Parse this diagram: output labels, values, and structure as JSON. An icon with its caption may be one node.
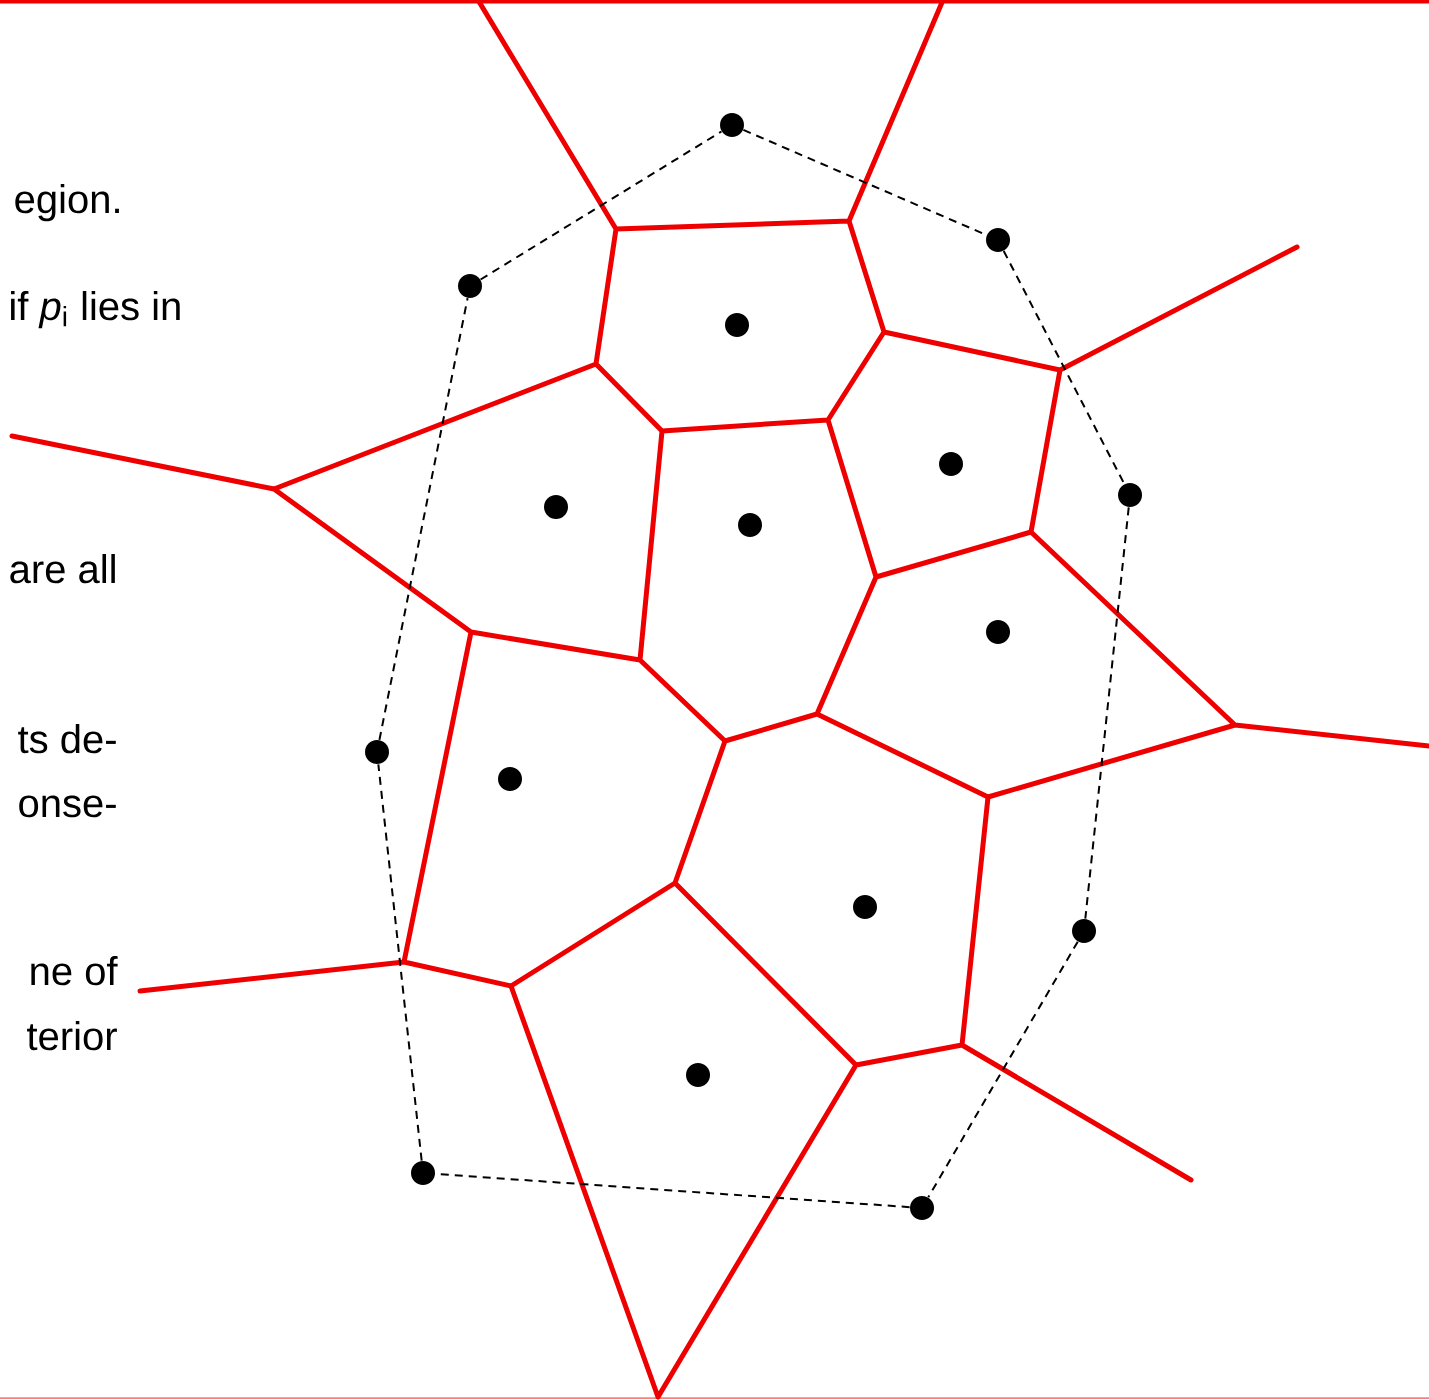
{
  "diagram": {
    "nodes": [
      {
        "text": [],
        "shape": "circle"
      },
      {
        "text": [],
        "shape": "circle"
      },
      {
        "text": [],
        "shape": "circle"
      },
      {
        "text": [],
        "shape": "circle"
      },
      {
        "text": [],
        "shape": "circle"
      },
      {
        "text": [],
        "shape": "circle"
      },
      {
        "text": [],
        "shape": "circle"
      },
      {
        "text": [],
        "shape": "circle"
      },
      {
        "text": [],
        "shape": "circle"
      },
      {
        "text": [],
        "shape": "circle"
      },
      {
        "text": [],
        "shape": "circle"
      },
      {
        "text": [],
        "shape": "circle"
      },
      {
        "text": [],
        "shape": "circle"
      },
      {
        "text": [],
        "shape": "circle"
      },
      {
        "text": [],
        "shape": "circle"
      },
      {
        "text": [],
        "shape": "circle"
      }
    ],
    "edges": [
      {
        "from": 0,
        "to": 1,
        "arrow": "none",
        "style": "dashed"
      },
      {
        "from": 1,
        "to": 5,
        "arrow": "none",
        "style": "dashed"
      },
      {
        "from": 5,
        "to": 12,
        "arrow": "none",
        "style": "dashed"
      },
      {
        "from": 12,
        "to": 15,
        "arrow": "none",
        "style": "dashed"
      },
      {
        "from": 15,
        "to": 14,
        "arrow": "none",
        "style": "dashed"
      },
      {
        "from": 14,
        "to": 9,
        "arrow": "none",
        "style": "dashed"
      },
      {
        "from": 9,
        "to": 2,
        "arrow": "none",
        "style": "dashed"
      },
      {
        "from": 2,
        "to": 0,
        "arrow": "none",
        "style": "dashed"
      }
    ],
    "labels": [
      "egion.",
      "if *p*$_{i}$ lies in",
      "are all",
      "ts de-",
      "onse-",
      "ne of",
      "terior"
    ]
  }
}
